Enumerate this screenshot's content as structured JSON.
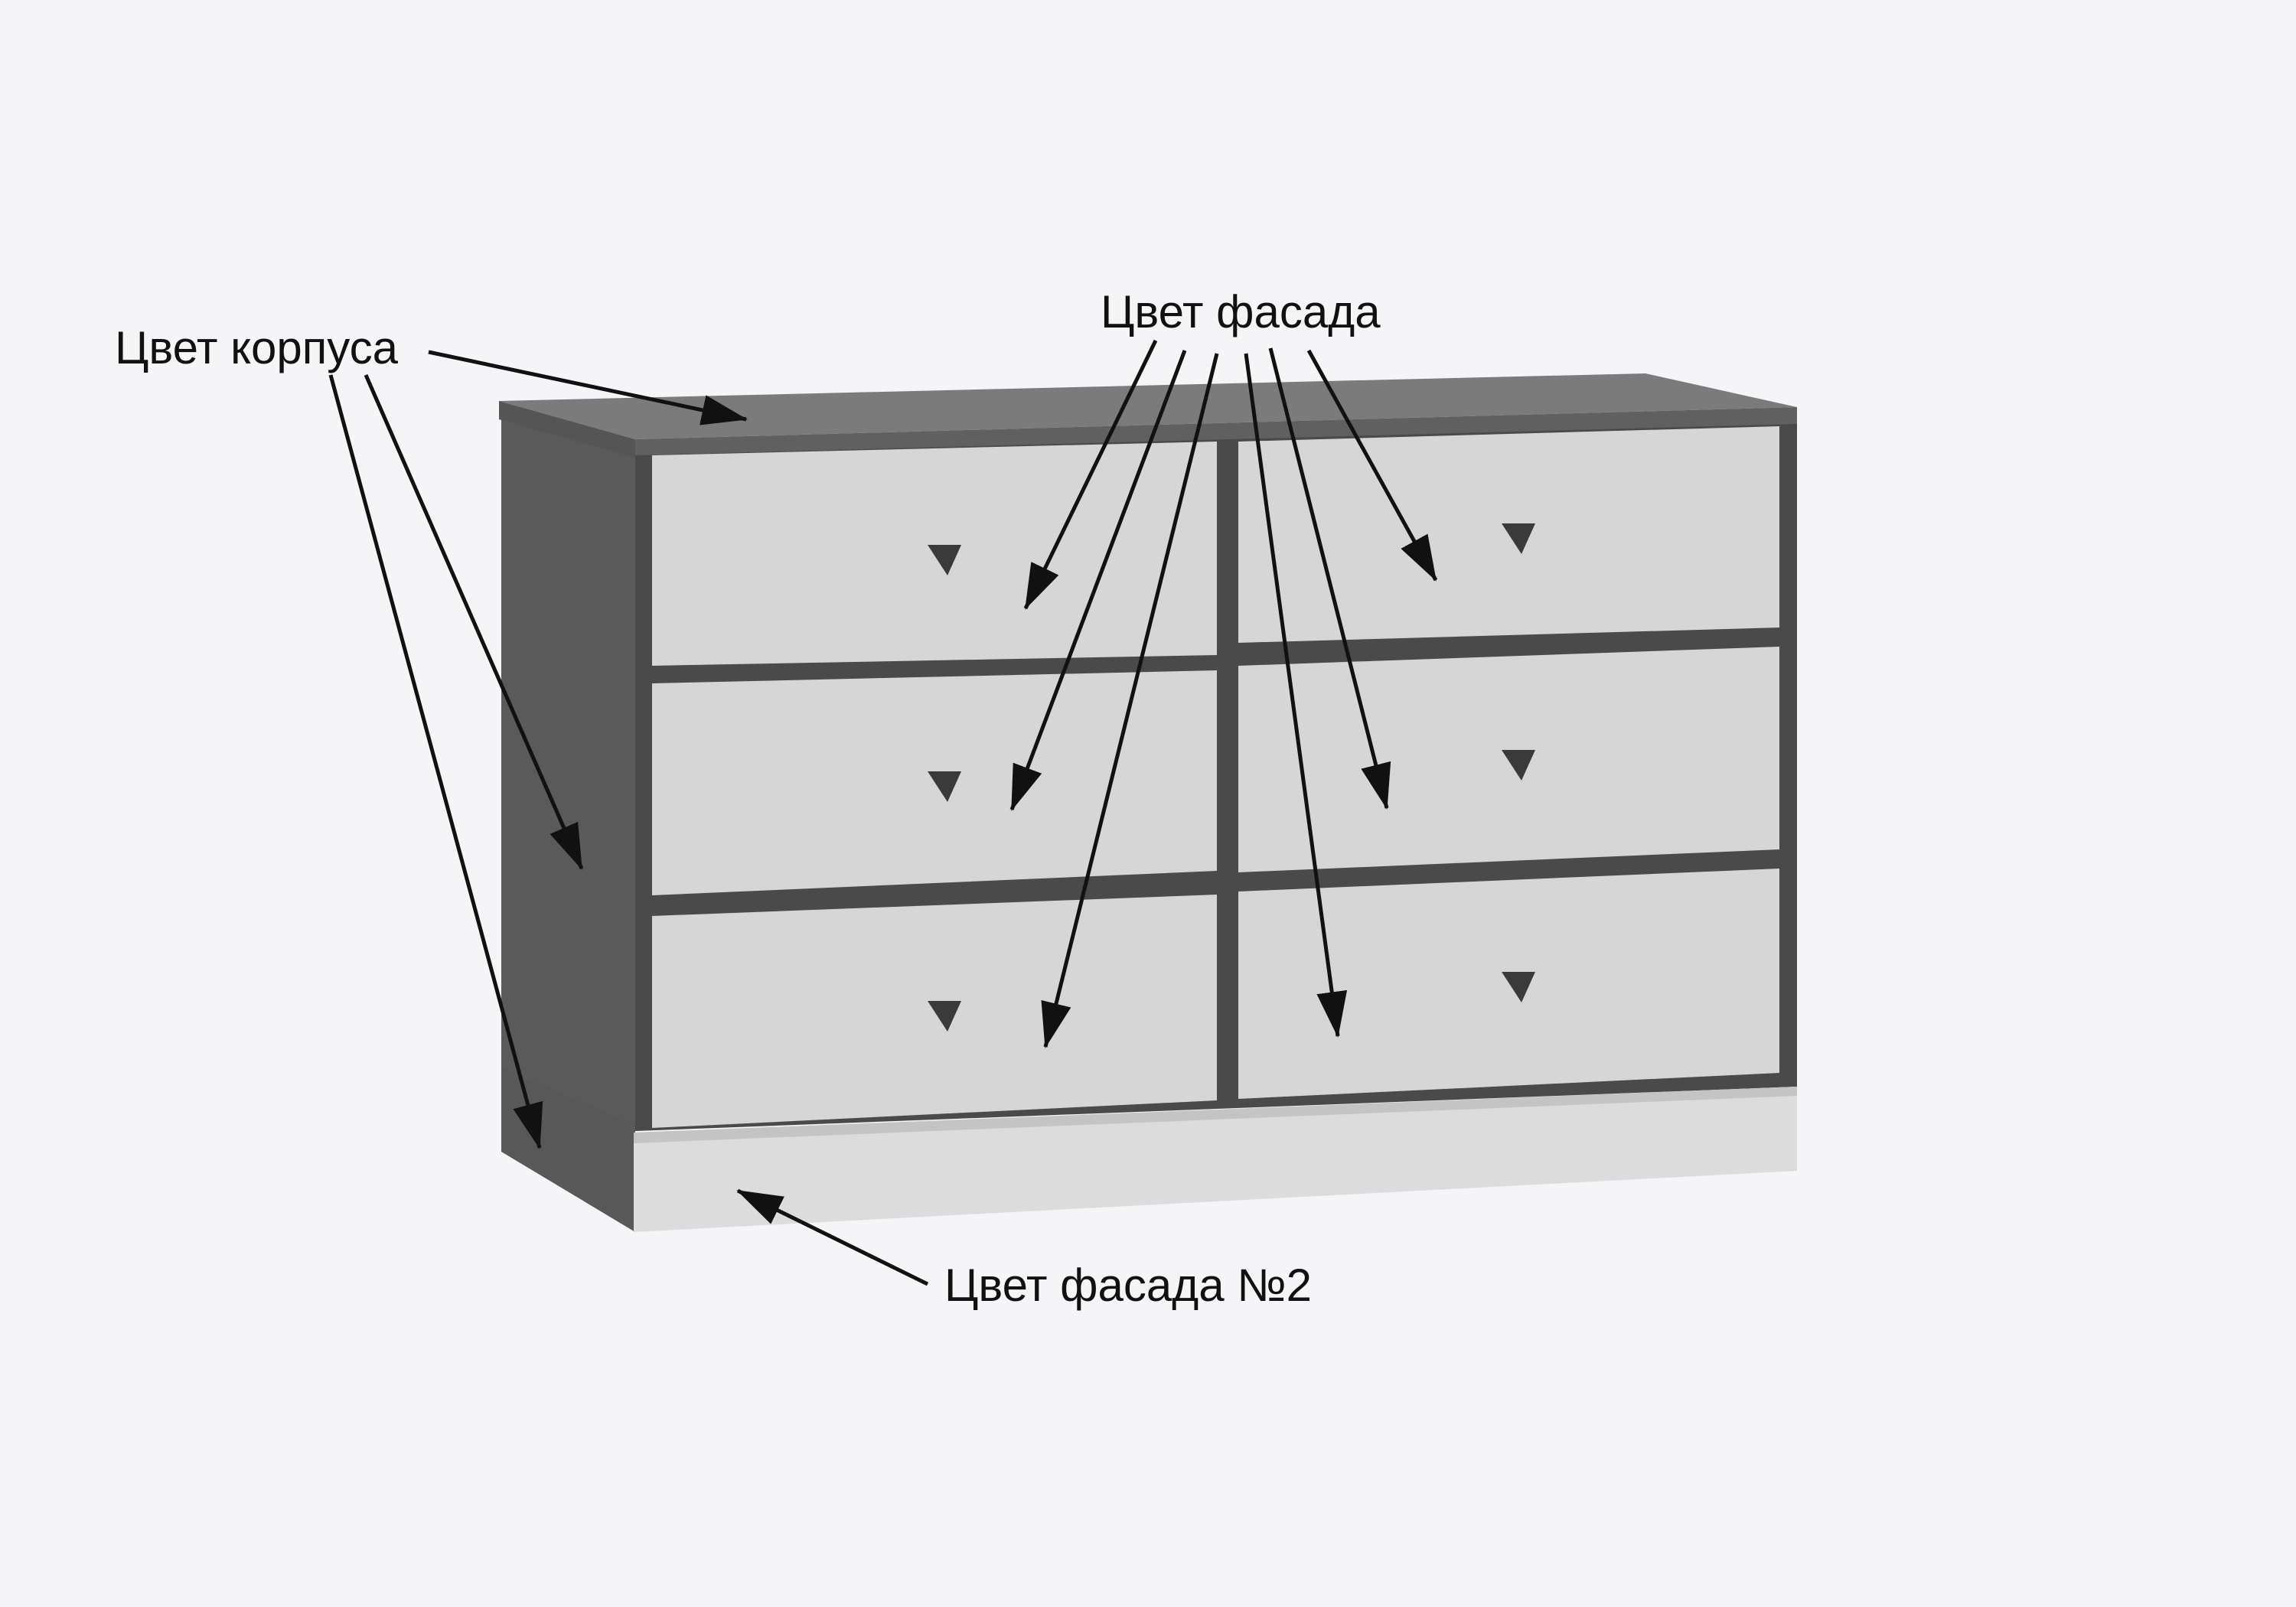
{
  "labels": {
    "body_color": "Цвет корпуса",
    "facade_color": "Цвет фасада",
    "facade_color_2": "Цвет фасада №2"
  },
  "colors": {
    "background": "#f5f5f7",
    "body_side": "#5a5a5a",
    "body_top": "#7b7b7b",
    "body_front_frame": "#4a4a4a",
    "facade": "#d4d4d4",
    "plinth": "#dcdcdc",
    "handle": "#3a3a3a",
    "arrow": "#111111"
  },
  "icons": {
    "drawer_handle": "triangle-knob-icon",
    "arrowhead": "arrowhead-icon"
  }
}
